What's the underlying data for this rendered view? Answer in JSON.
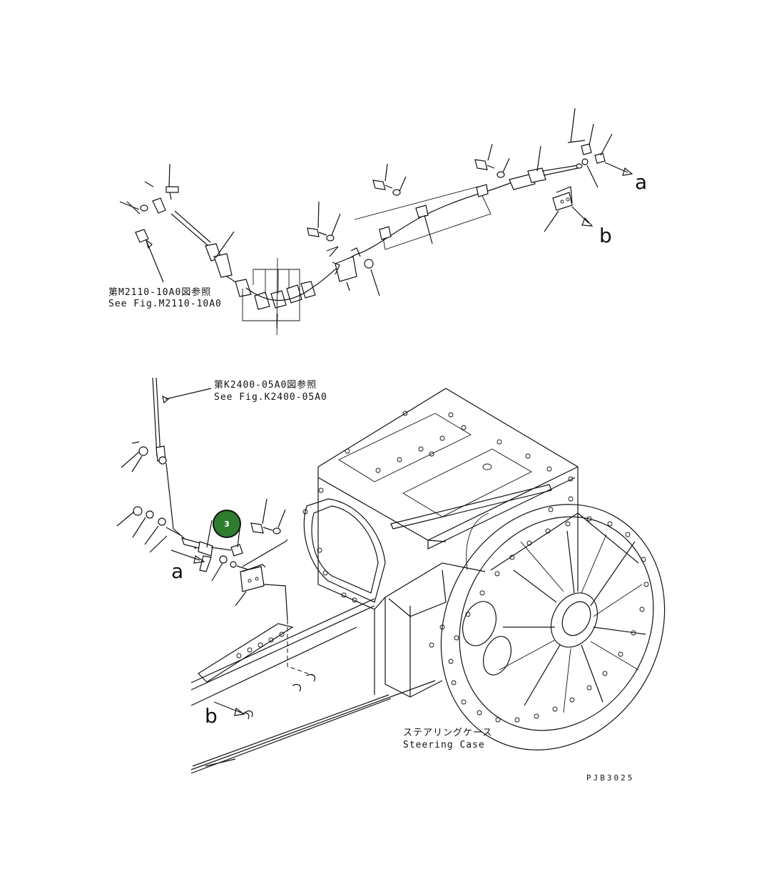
{
  "references": {
    "upper_ref_jp": "第M2110-10A0図参照",
    "upper_ref_en": "See Fig.M2110-10A0",
    "lower_ref_jp": "第K2400-05A0図参照",
    "lower_ref_en": "See Fig.K2400-05A0"
  },
  "markers": {
    "a_top": "a",
    "b_top": "b",
    "a_bottom": "a",
    "b_bottom": "b"
  },
  "callout": {
    "number": "3",
    "color": "#2e7d2e"
  },
  "steering_case": {
    "jp": "ステアリングケース",
    "en": "Steering Case"
  },
  "drawing_code": "PJB3025"
}
